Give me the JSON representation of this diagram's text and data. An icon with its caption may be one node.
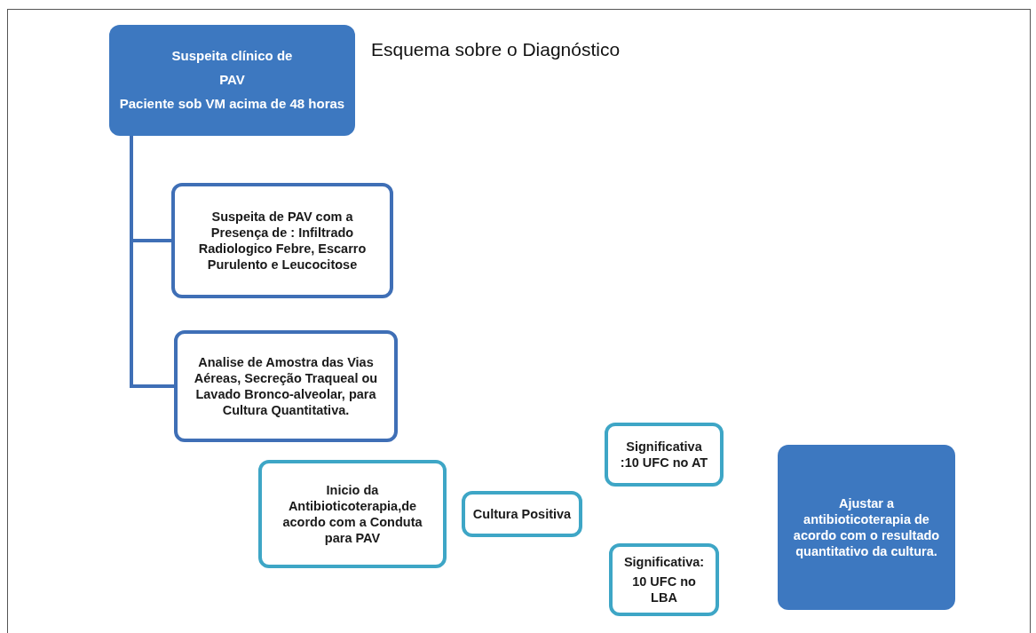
{
  "diagram": {
    "title": "Esquema sobre o Diagnóstico",
    "nodes": [
      {
        "text": [
          "Suspeita clínico de",
          "PAV",
          "Paciente sob VM acima de 48 horas"
        ]
      },
      {
        "text": [
          "Suspeita de PAV com a Presença de  : Infiltrado Radiologico Febre, Escarro Purulento e Leucocitose"
        ]
      },
      {
        "text": [
          "Analise de Amostra das Vias Aéreas, Secreção Traqueal ou Lavado Bronco-alveolar, para Cultura Quantitativa."
        ]
      },
      {
        "text": [
          "Inicio da Antibioticoterapia,de acordo com a Conduta para PAV"
        ]
      },
      {
        "text": [
          "Cultura Positiva"
        ]
      },
      {
        "text": [
          "Significativa :10 UFC no AT"
        ]
      },
      {
        "text": [
          "Significativa:",
          "10 UFC no LBA"
        ]
      },
      {
        "text": [
          "Ajustar a antibioticoterapia de acordo com o resultado quantitativo da cultura."
        ]
      }
    ],
    "edges": [
      {
        "from": 0,
        "to": 1,
        "arrow": "none"
      },
      {
        "from": 0,
        "to": 2,
        "arrow": "none"
      }
    ]
  }
}
